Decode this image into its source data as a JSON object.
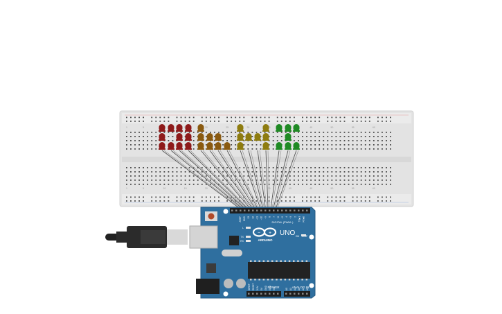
{
  "arduino": {
    "brand": "ARDUINO",
    "model": "UNO",
    "digital_label": "DIGITAL (PWM~)",
    "power_label": "POWER",
    "analog_label": "ANALOG IN",
    "reset_label": "RESET",
    "icsp_label": "ICSP",
    "pin_labels_top": [
      "AREF",
      "GND",
      "13",
      "12",
      "~11",
      "~10",
      "~9",
      "8",
      "7",
      "~6",
      "~5",
      "4",
      "~3",
      "2",
      "TX▶1",
      "RX◀0"
    ],
    "led_labels": [
      "L",
      "TX",
      "RX"
    ],
    "on_label": "ON",
    "power_pins": [
      "IOREF",
      "RESET",
      "3.3V",
      "5V",
      "GND",
      "GND",
      "Vin"
    ],
    "analog_pins": [
      "A0",
      "A1",
      "A2",
      "A3",
      "A4",
      "A5"
    ]
  },
  "breadboard": {
    "column_numbers": [
      "1",
      "5",
      "10",
      "15",
      "20",
      "25",
      "30",
      "35",
      "40",
      "45",
      "50",
      "55",
      "60"
    ],
    "row_letters_top": [
      "j",
      "i",
      "h",
      "g",
      "f"
    ],
    "row_letters_bottom": [
      "e",
      "d",
      "c",
      "b",
      "a"
    ]
  },
  "leds": [
    {
      "color": "#8e1a1a",
      "stack": [
        1,
        1,
        1
      ]
    },
    {
      "color": "#8e1a1a",
      "stack": [
        1,
        0,
        1
      ]
    },
    {
      "color": "#8e1a1a",
      "stack": [
        1,
        1,
        1
      ]
    },
    {
      "color": "#8e1a1a",
      "stack": [
        1,
        1,
        1
      ]
    },
    {
      "color": "#8a5a10",
      "stack": [
        1,
        1,
        1
      ]
    },
    {
      "color": "#8a5a10",
      "stack": [
        0,
        1,
        1
      ]
    },
    {
      "color": "#8a5a10",
      "stack": [
        0,
        1,
        1
      ]
    },
    {
      "color": "#8a5a10",
      "stack": [
        0,
        0,
        1
      ]
    },
    {
      "color": "#8e7c10",
      "stack": [
        1,
        1,
        1
      ]
    },
    {
      "color": "#8e7c10",
      "stack": [
        0,
        1,
        0
      ]
    },
    {
      "color": "#8e7c10",
      "stack": [
        0,
        1,
        0
      ]
    },
    {
      "color": "#8e7c10",
      "stack": [
        1,
        1,
        1
      ]
    },
    {
      "color": "#1f8a24",
      "stack": [
        1,
        0,
        1
      ]
    },
    {
      "color": "#1f8a24",
      "stack": [
        1,
        1,
        1
      ]
    },
    {
      "color": "#1f8a24",
      "stack": [
        1,
        0,
        1
      ]
    }
  ],
  "colors": {
    "board_blue": "#2f6f9f",
    "breadboard": "#e6e6e6",
    "wire": "#555555",
    "usb": "#2b2b2b"
  }
}
